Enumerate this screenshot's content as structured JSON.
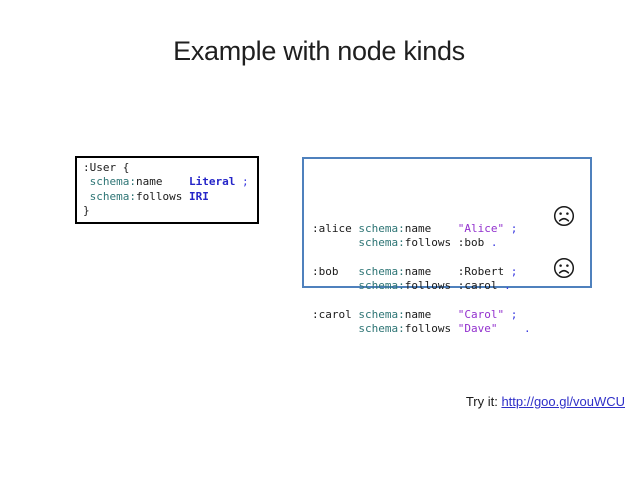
{
  "title": "Example with node kinds",
  "colors": {
    "schema_box_border": "#000000",
    "data_box_border": "#4F81BD",
    "code_default": "#1a1a1a",
    "prefix_teal": "#2E7575",
    "keyword_blue": "#2525C8",
    "string_purple": "#9230CE",
    "punct_blue": "#3A3AE0",
    "link_blue": "#2E2EC8"
  },
  "schema_box": {
    "lines": [
      [
        {
          "k": "plain",
          "t": ":User {"
        }
      ],
      [
        {
          "k": "plain",
          "t": " "
        },
        {
          "k": "prefix",
          "t": "schema:"
        },
        {
          "k": "plain",
          "t": "name"
        },
        {
          "k": "plain",
          "t": "    "
        },
        {
          "k": "keyword",
          "t": "Literal"
        },
        {
          "k": "plain",
          "t": " "
        },
        {
          "k": "punct",
          "t": ";"
        }
      ],
      [
        {
          "k": "plain",
          "t": " "
        },
        {
          "k": "prefix",
          "t": "schema:"
        },
        {
          "k": "plain",
          "t": "follows"
        },
        {
          "k": "plain",
          "t": " "
        },
        {
          "k": "keyword",
          "t": "IRI"
        }
      ],
      [
        {
          "k": "plain",
          "t": "}"
        }
      ]
    ]
  },
  "data_box": {
    "lines": [
      [
        {
          "k": "plain",
          "t": ":alice "
        },
        {
          "k": "prefix",
          "t": "schema:"
        },
        {
          "k": "plain",
          "t": "name"
        },
        {
          "k": "plain",
          "t": "    "
        },
        {
          "k": "string",
          "t": "\"Alice\""
        },
        {
          "k": "plain",
          "t": " "
        },
        {
          "k": "punct",
          "t": ";"
        }
      ],
      [
        {
          "k": "plain",
          "t": "       "
        },
        {
          "k": "prefix",
          "t": "schema:"
        },
        {
          "k": "plain",
          "t": "follows"
        },
        {
          "k": "plain",
          "t": " :bob "
        },
        {
          "k": "punct",
          "t": "."
        }
      ],
      [],
      [
        {
          "k": "plain",
          "t": ":bob   "
        },
        {
          "k": "prefix",
          "t": "schema:"
        },
        {
          "k": "plain",
          "t": "name"
        },
        {
          "k": "plain",
          "t": "    "
        },
        {
          "k": "plain",
          "t": ":Robert"
        },
        {
          "k": "plain",
          "t": " "
        },
        {
          "k": "punct",
          "t": ";"
        }
      ],
      [
        {
          "k": "plain",
          "t": "       "
        },
        {
          "k": "prefix",
          "t": "schema:"
        },
        {
          "k": "plain",
          "t": "follows"
        },
        {
          "k": "plain",
          "t": " :carol "
        },
        {
          "k": "punct",
          "t": "."
        }
      ],
      [],
      [
        {
          "k": "plain",
          "t": ":carol "
        },
        {
          "k": "prefix",
          "t": "schema:"
        },
        {
          "k": "plain",
          "t": "name"
        },
        {
          "k": "plain",
          "t": "    "
        },
        {
          "k": "string",
          "t": "\"Carol\""
        },
        {
          "k": "plain",
          "t": " "
        },
        {
          "k": "punct",
          "t": ";"
        }
      ],
      [
        {
          "k": "plain",
          "t": "       "
        },
        {
          "k": "prefix",
          "t": "schema:"
        },
        {
          "k": "plain",
          "t": "follows"
        },
        {
          "k": "plain",
          "t": " "
        },
        {
          "k": "string",
          "t": "\"Dave\""
        },
        {
          "k": "plain",
          "t": "    "
        },
        {
          "k": "punct",
          "t": "."
        }
      ]
    ],
    "sad_faces": {
      "icon": "frowning-face",
      "count": 2
    }
  },
  "try_it": {
    "label": "Try it: ",
    "link_text": "http://goo.gl/vouWCU"
  }
}
